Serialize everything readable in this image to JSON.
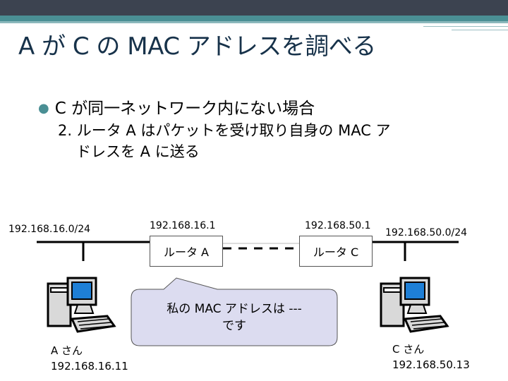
{
  "title": "A が C の MAC アドレスを調べる",
  "bullet": "C が同一ネットワーク内にない場合",
  "sub": {
    "line1": "2. ルータ A はパケットを受け取り自身の MAC ア",
    "line2": "ドレスを A に送る"
  },
  "diagram": {
    "net_left": "192.168.16.0/24",
    "net_right": "192.168.50.0/24",
    "router_a": {
      "label": "ルータ A",
      "ip": "192.168.16.1"
    },
    "router_c": {
      "label": "ルータ C",
      "ip": "192.168.50.1"
    },
    "host_a": {
      "name": "A さん",
      "ip": "192.168.16.11"
    },
    "host_c": {
      "name": "C さん",
      "ip": "192.168.50.13"
    },
    "callout": {
      "line1": "私の MAC アドレスは ---",
      "line2": "です"
    }
  },
  "colors": {
    "header_dark": "#3c4350",
    "header_teal": "#4a8f94",
    "title_text": "#17324a",
    "callout_fill": "#dcdcf0",
    "monitor_screen": "#1e7fd6"
  },
  "icons": [
    "computer-icon",
    "computer-icon"
  ]
}
